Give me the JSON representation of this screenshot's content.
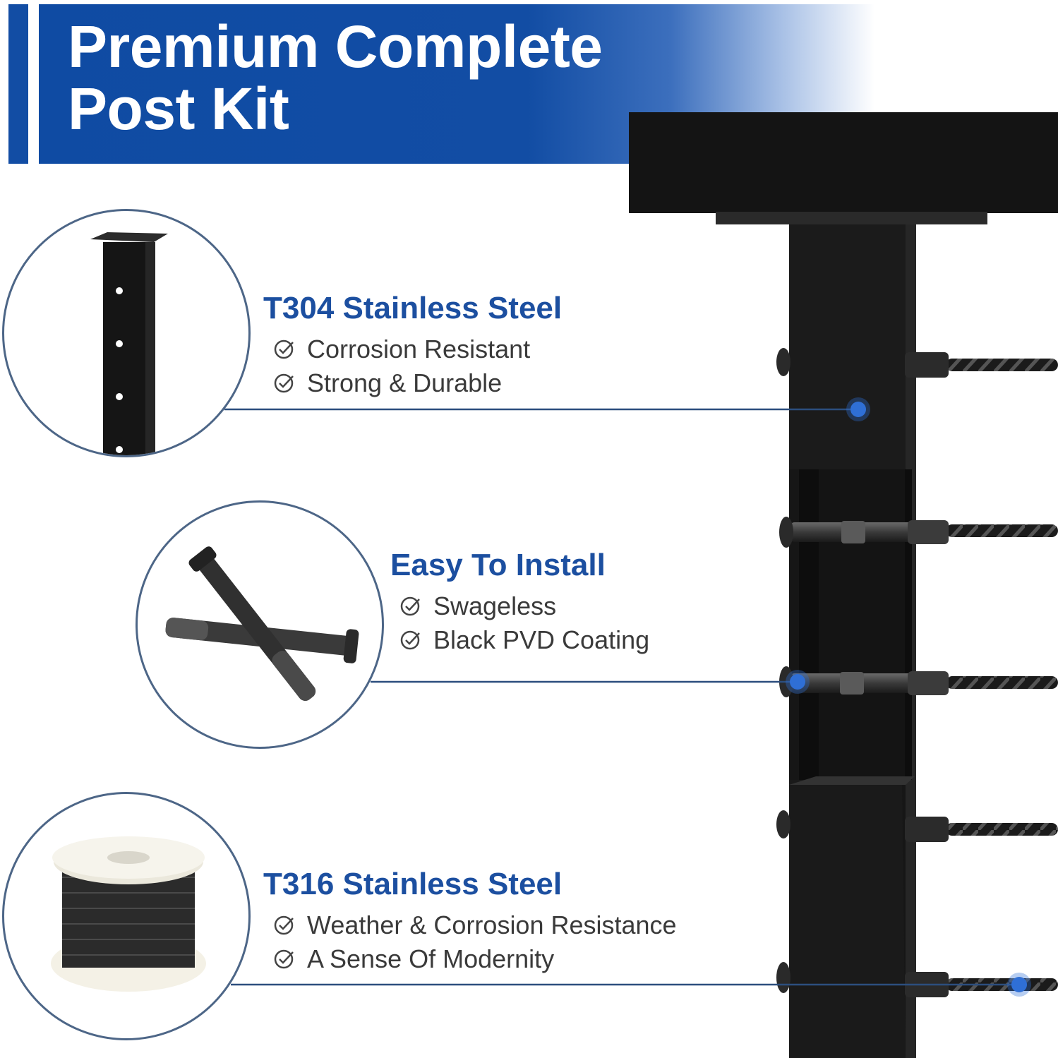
{
  "banner": {
    "title": "Premium Complete Post Kit"
  },
  "features": [
    {
      "title": "T304 Stainless Steel",
      "bullets": [
        "Corrosion Resistant",
        "Strong & Durable"
      ],
      "thumbnail_icon": "post-icon"
    },
    {
      "title": "Easy To Install",
      "bullets": [
        "Swageless",
        "Black PVD Coating"
      ],
      "thumbnail_icon": "tensioner-bolts-icon"
    },
    {
      "title": "T316 Stainless Steel",
      "bullets": [
        "Weather & Corrosion Resistance",
        "A Sense Of Modernity"
      ],
      "thumbnail_icon": "cable-spool-icon"
    }
  ],
  "colors": {
    "brand_blue": "#124da4",
    "title_blue": "#1c4fa0",
    "dot_blue": "#2f6fd6",
    "post_black": "#141414",
    "circle_border": "#4d6687"
  }
}
